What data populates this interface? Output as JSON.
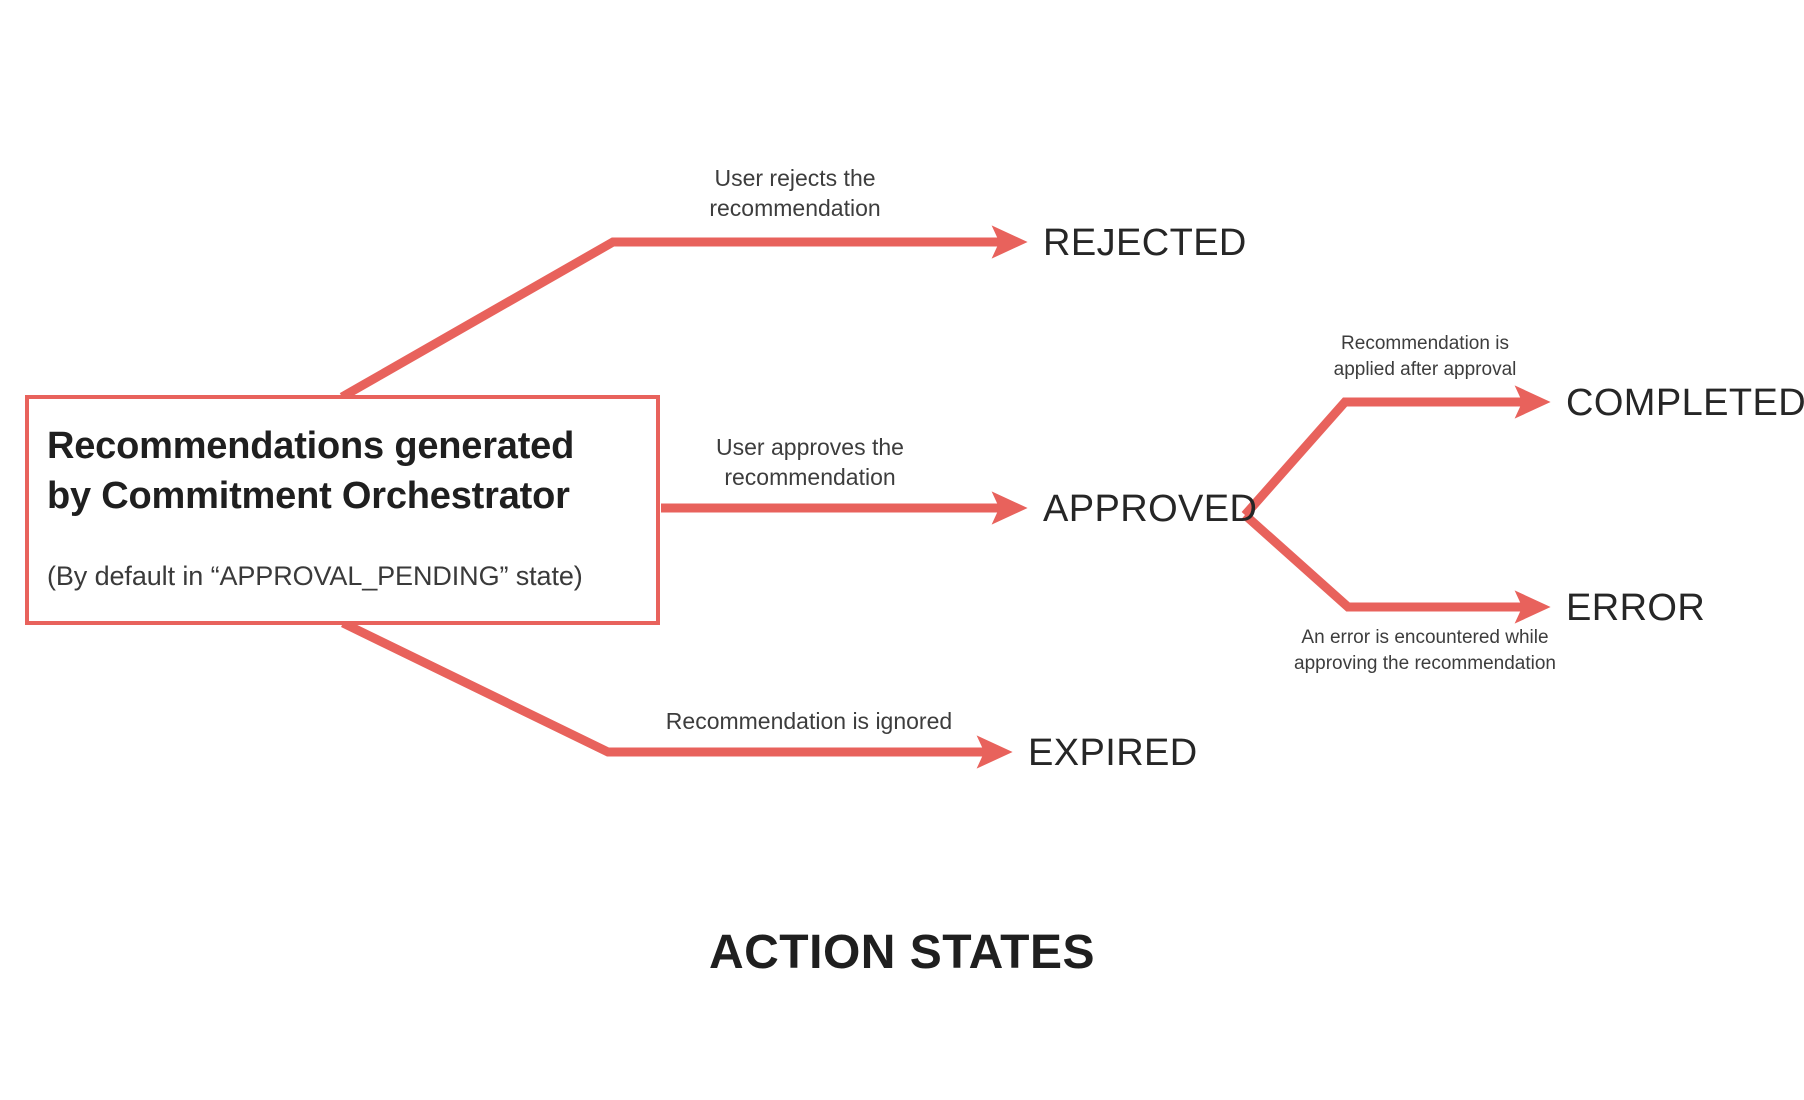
{
  "diagram": {
    "title": "ACTION STATES",
    "accent_color": "#e8625c",
    "text_color": "#262626",
    "background": "#ffffff",
    "source_node": {
      "title_line_1": "Recommendations generated",
      "title_line_2": "by Commitment Orchestrator",
      "subtitle": "(By default in “APPROVAL_PENDING” state)"
    },
    "states": {
      "rejected": "REJECTED",
      "approved": "APPROVED",
      "expired": "EXPIRED",
      "completed": "COMPLETED",
      "error": "ERROR"
    },
    "edge_labels": {
      "rejected_line_1": "User rejects the",
      "rejected_line_2": "recommendation",
      "approved_line_1": "User approves the",
      "approved_line_2": "recommendation",
      "expired_line_1": "Recommendation is ignored",
      "completed_line_1": "Recommendation is",
      "completed_line_2": "applied after approval",
      "error_line_1": "An error is encountered while",
      "error_line_2": "approving the recommendation"
    }
  }
}
